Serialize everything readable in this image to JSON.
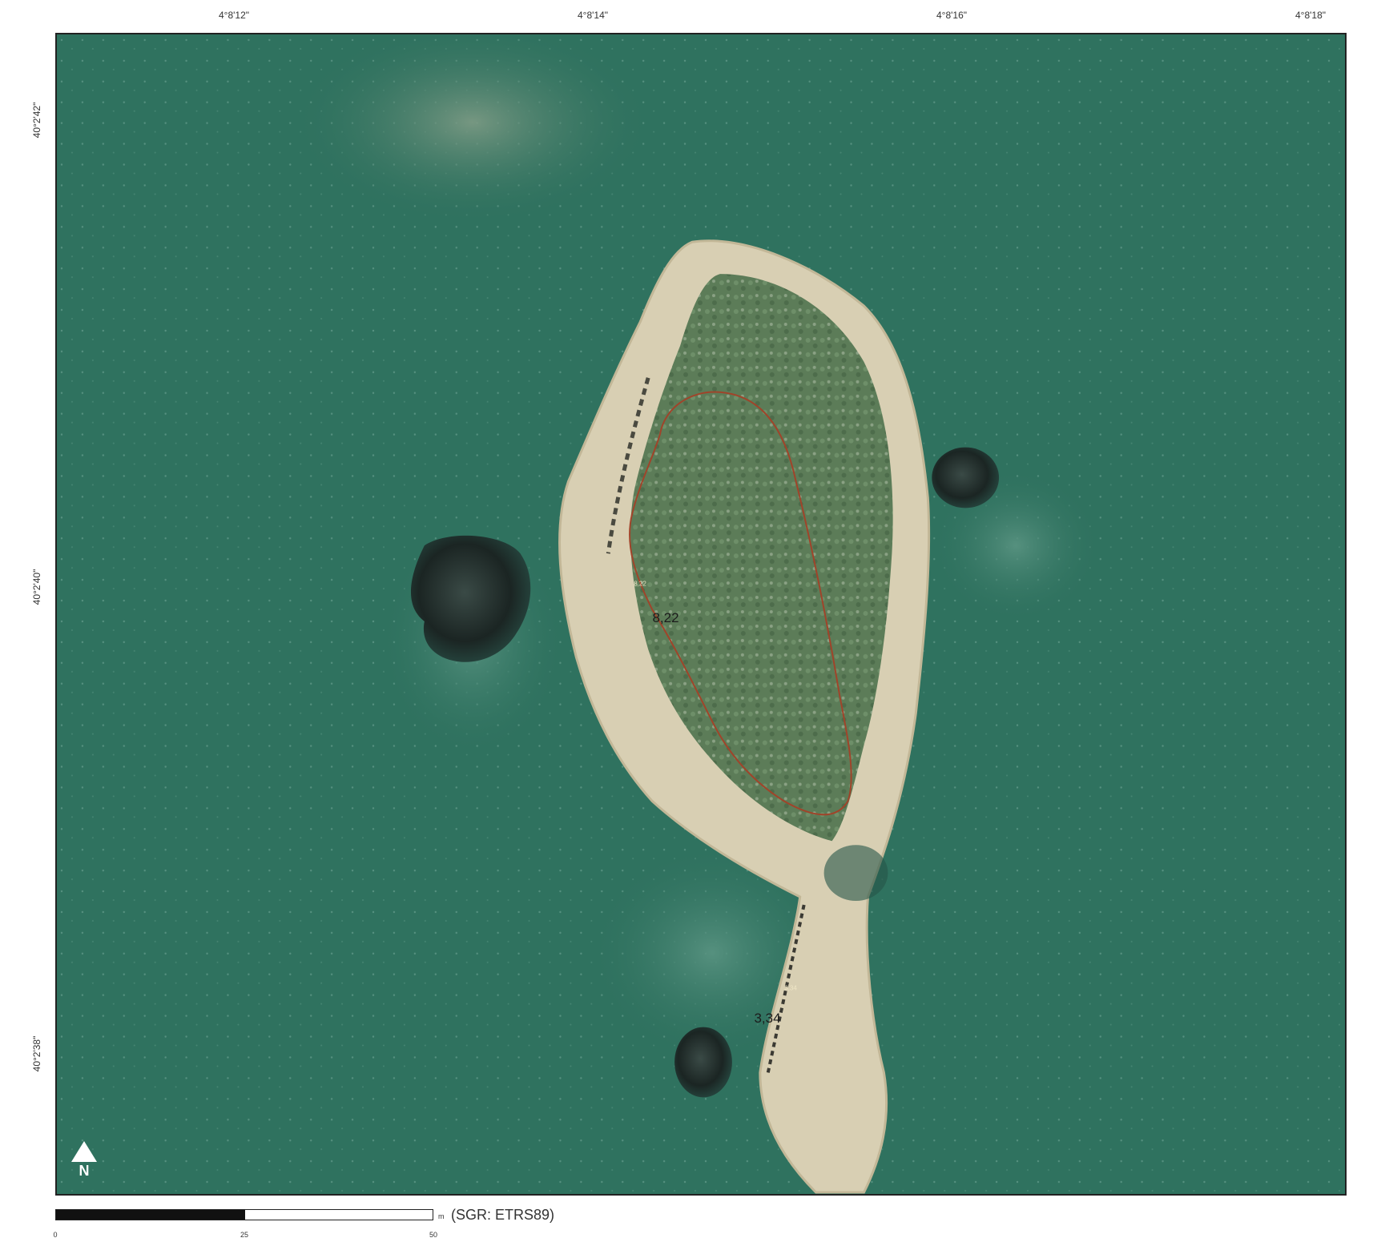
{
  "map": {
    "graticule_lon": [
      "4°8'12\"",
      "4°8'14\"",
      "4°8'16\"",
      "4°8'18\""
    ],
    "graticule_lat": [
      "40°2'42\"",
      "40°2'40\"",
      "40°2'38\""
    ],
    "elevations": {
      "main": "8,22",
      "main_small": "8,22",
      "south": "3,34",
      "south_small": "3,34"
    },
    "north_label": "N",
    "scale": {
      "ticks": [
        "0",
        "25",
        "50"
      ],
      "unit": "m",
      "crs": "(SGR: ETRS89)"
    },
    "colors": {
      "sea": "#2c6e5c",
      "shallow": "#4f8a78",
      "shore": "#d8cfb3",
      "vegetation": "#5a7a55",
      "rocks": "#1e2a28",
      "boundary": "#a0442a"
    }
  }
}
